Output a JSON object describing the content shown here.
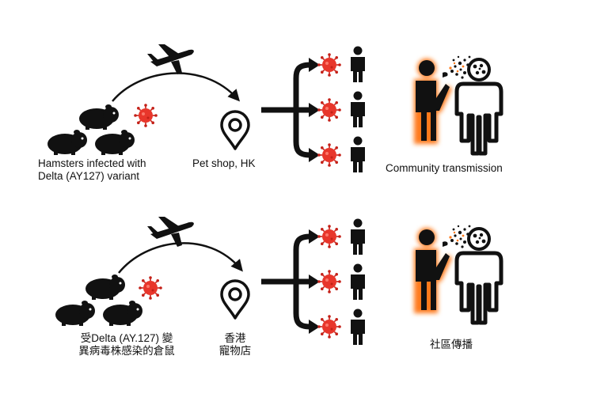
{
  "panels": [
    {
      "source_label": [
        "Hamsters infected with",
        "Delta (AY127) variant"
      ],
      "shop_label": [
        "Pet shop, HK"
      ],
      "community_label": "Community transmission"
    },
    {
      "source_label": [
        "受Delta (AY.127) 變",
        "異病毒株感染的倉鼠"
      ],
      "shop_label": [
        "香港",
        "寵物店"
      ],
      "community_label": "社區傳播"
    }
  ],
  "colors": {
    "ink": "#111111",
    "virus": "#e8362b",
    "virus_spike": "#c42018",
    "glow": "#ff7a1a"
  },
  "icons": [
    "hamster-icon",
    "virus-icon",
    "airplane-icon",
    "location-pin-icon",
    "person-icon",
    "cough-transmission-icon"
  ]
}
